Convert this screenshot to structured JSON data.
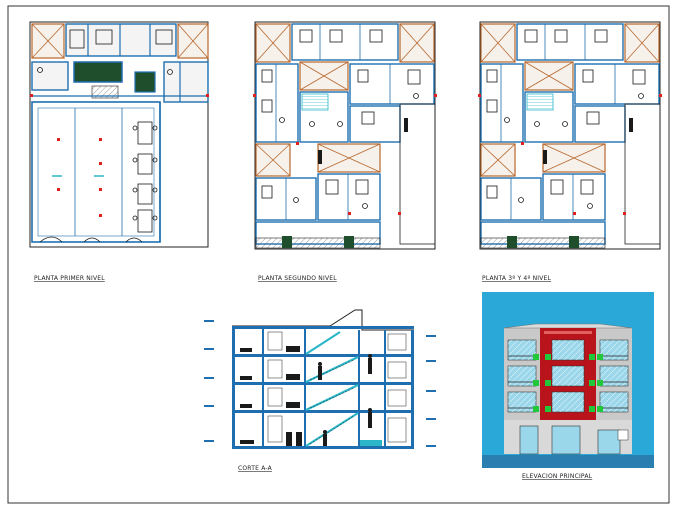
{
  "labels": {
    "plan_first": "PLANTA PRIMER NIVEL",
    "plan_second": "PLANTA SEGUNDO  NIVEL",
    "plan_third": "PLANTA 3º Y 4º  NIVEL",
    "section": "CORTE A-A",
    "elevation": "ELEVACION PRINCIPAL"
  },
  "colors": {
    "wall": "#1f6fb0",
    "wall_dark": "#0a3b6e",
    "fixture": "#1a1a1a",
    "room_fill": "#f6f1ea",
    "void_stroke": "#b8672d",
    "stair": "#2bb7c9",
    "marker": "#e0201c",
    "green_block": "#1f4e2d",
    "facade_sky": "#2aa9d9",
    "facade_red": "#b9141c",
    "facade_grey": "#c9c9c9",
    "facade_window": "#9bd7ea",
    "facade_green": "#21c93a",
    "facade_base": "#2b7fb0"
  }
}
